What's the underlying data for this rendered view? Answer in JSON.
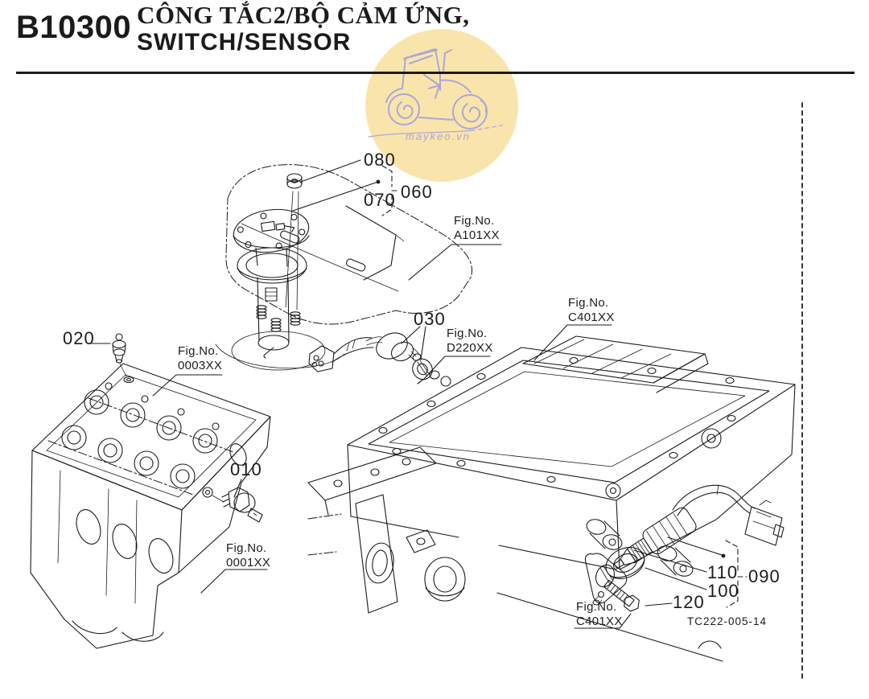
{
  "header": {
    "code": "B10300",
    "title_line1": "CÔNG TẮC2/BỘ CẢM ỨNG,",
    "title_line2": "SWITCH/SENSOR"
  },
  "watermark": {
    "site": "maykeo.vn"
  },
  "diagram": {
    "fig_label": "Fig.No.",
    "fig_codes": {
      "a101": "A101XX",
      "c401_top": "C401XX",
      "d220": "D220XX",
      "b0003": "0003XX",
      "b0001": "0001XX",
      "c401_bottom": "C401XX"
    },
    "callouts": {
      "c010": "010",
      "c020": "020",
      "c030": "030",
      "c060": "060",
      "c070": "070",
      "c080": "080",
      "c090": "090",
      "c100": "100",
      "c110": "110",
      "c120": "120"
    },
    "drawing_ref": "TC222-005-14"
  },
  "colors": {
    "watermark_fill": "#F9E5AC",
    "watermark_stroke": "#ACA6D6",
    "line_color": "#1B1B1B"
  }
}
